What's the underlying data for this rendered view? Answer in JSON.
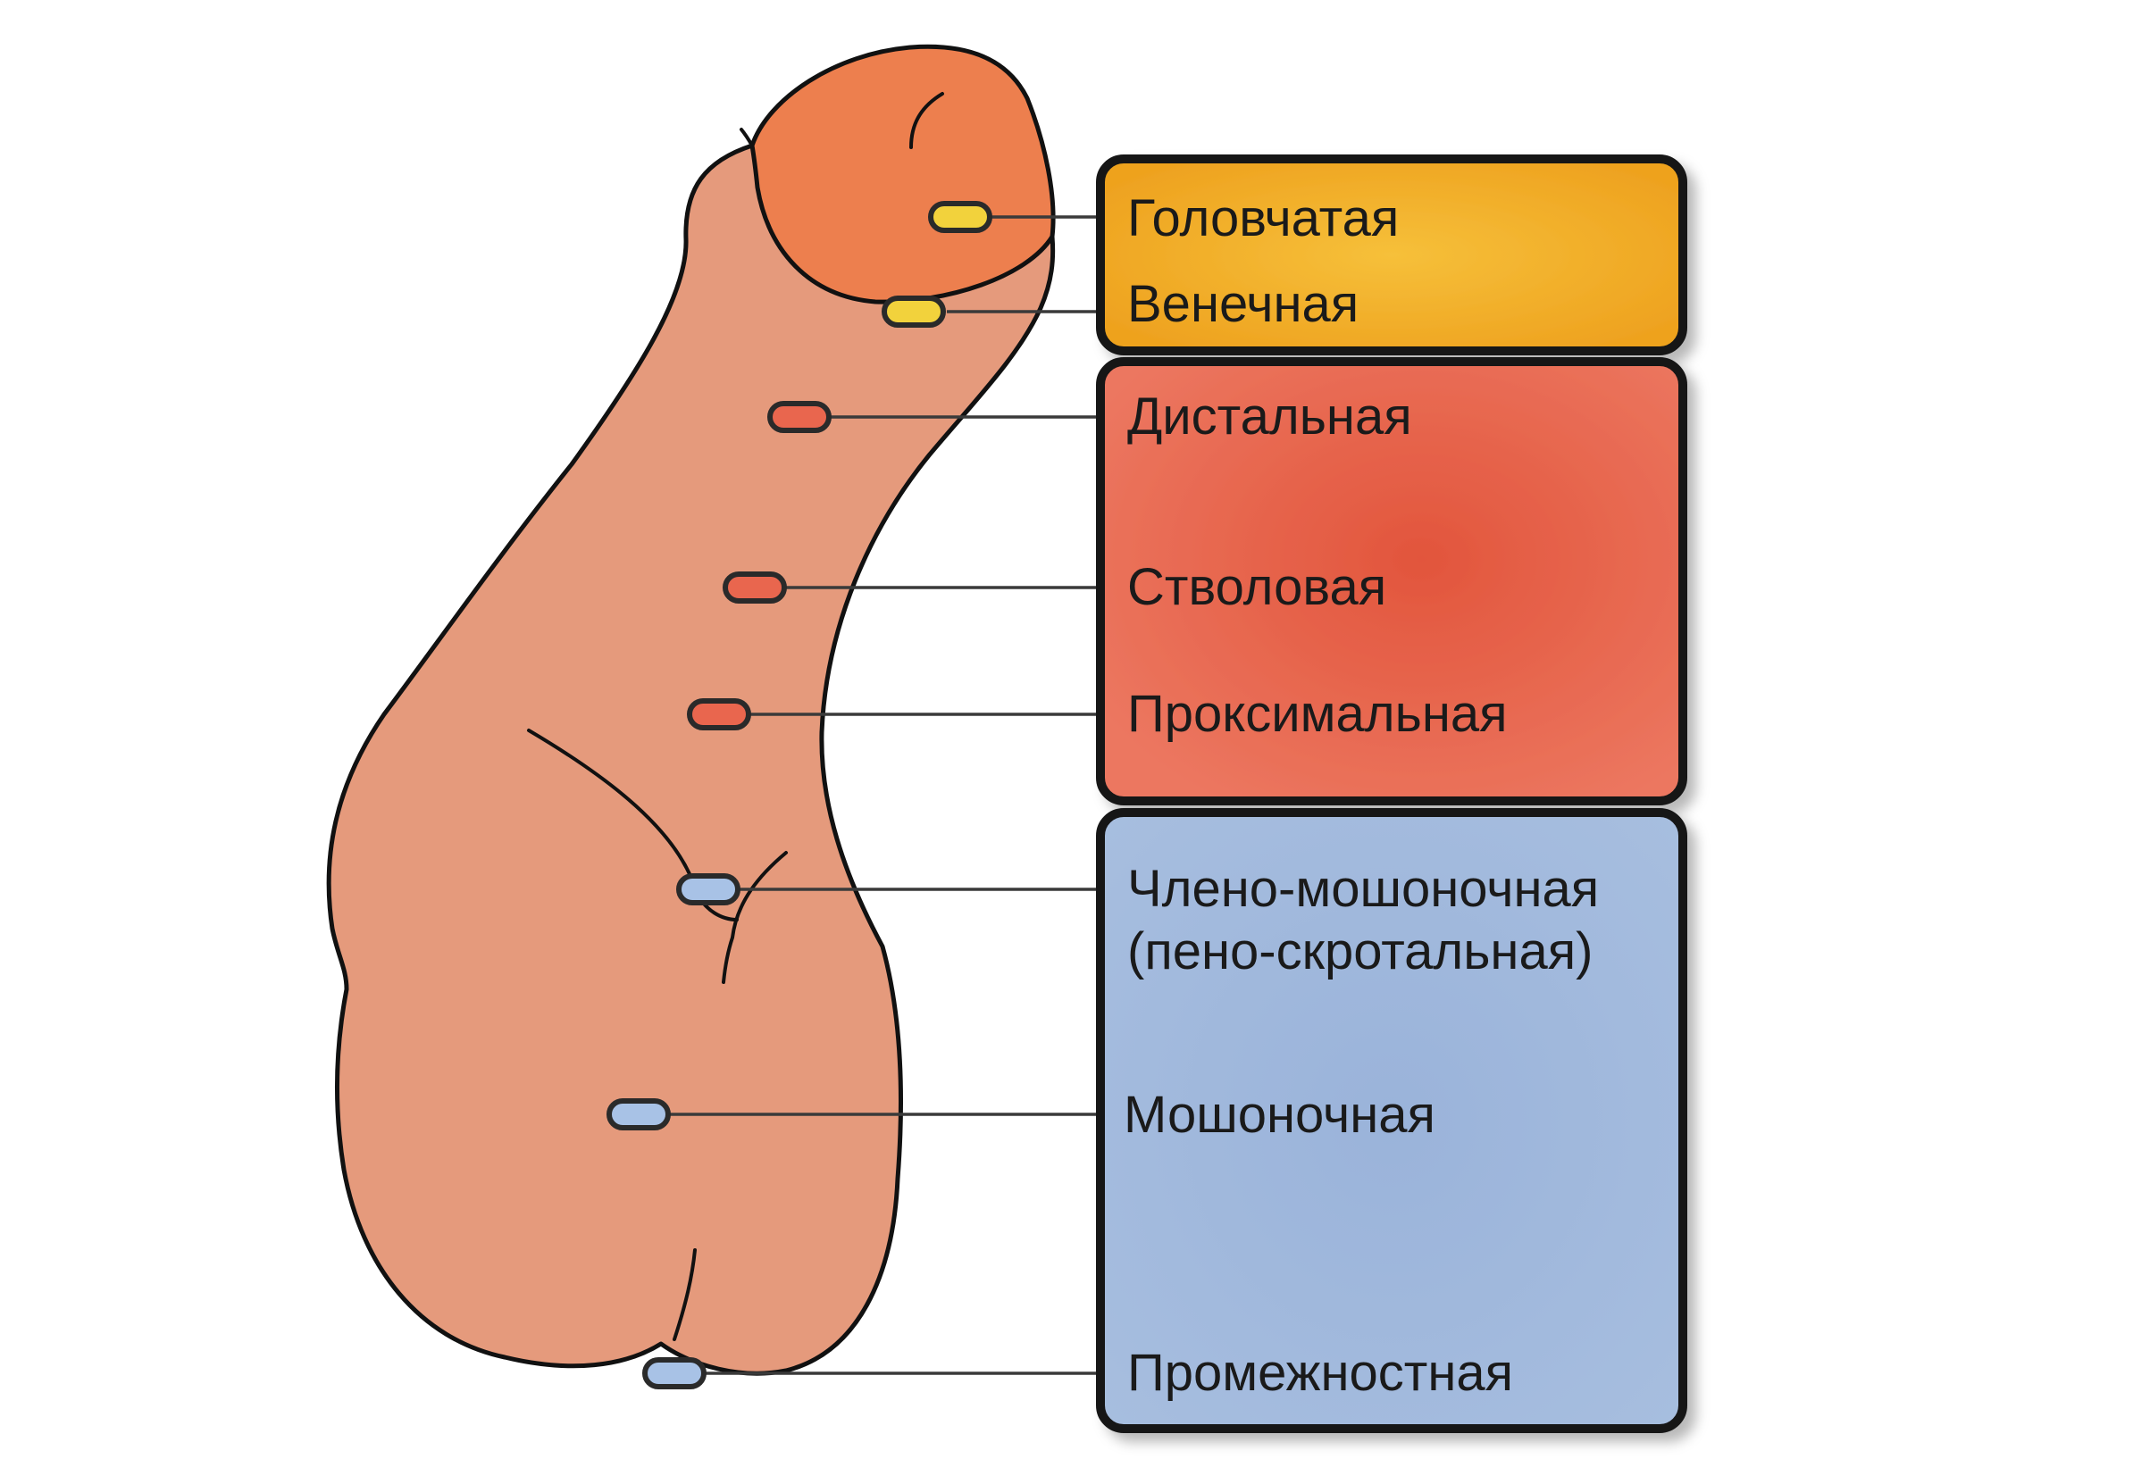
{
  "groups": [
    {
      "id": "glandular-coronal",
      "color": "#f4aa2a",
      "labels": [
        "Головчатая",
        "Венечная"
      ]
    },
    {
      "id": "penile",
      "color": "#e86a52",
      "labels": [
        "Дистальная",
        "Стволовая",
        "Проксимальная"
      ]
    },
    {
      "id": "scrotal-perineal",
      "color": "#9fb7dc",
      "labels": [
        "Члено-мошоночная",
        "(пено-скротальная)",
        "Мошоночная",
        "Промежностная"
      ]
    }
  ],
  "colors": {
    "skin": "#e59a7c",
    "glans": "#ed7f4e",
    "marker_yellow": "#f2d23c",
    "marker_red": "#e9664e",
    "marker_blue": "#a8c2e6",
    "outline": "#111111"
  }
}
